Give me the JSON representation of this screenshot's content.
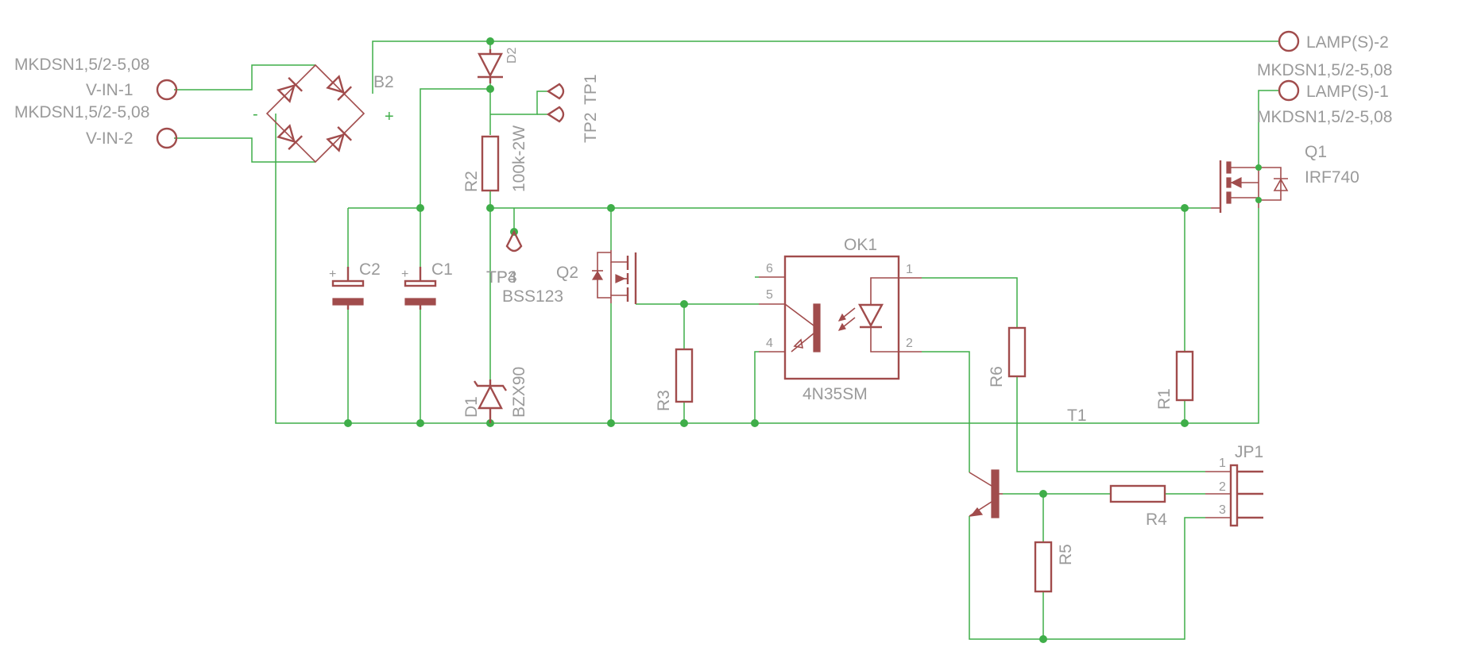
{
  "connectors": {
    "vin1": {
      "name": "V-IN-1",
      "value": "MKDSN1,5/2-5,08"
    },
    "vin2": {
      "name": "V-IN-2",
      "value": "MKDSN1,5/2-5,08"
    },
    "lamp2": {
      "name": "LAMP(S)-2",
      "value": "MKDSN1,5/2-5,08"
    },
    "lamp1": {
      "name": "LAMP(S)-1",
      "value": "MKDSN1,5/2-5,08"
    }
  },
  "bridge": {
    "name": "B2",
    "minus": "-",
    "plus": "+"
  },
  "diode_d2": {
    "name": "D2"
  },
  "testpoints": {
    "tp1": "TP1",
    "tp2": "TP2",
    "tp3": "TP3",
    "tp4": "TP4"
  },
  "resistor_r2": {
    "name": "R2",
    "value": "100k-2W"
  },
  "cap_c2": {
    "name": "C2",
    "plus": "+"
  },
  "cap_c1": {
    "name": "C1",
    "plus": "+"
  },
  "zener_d1": {
    "name": "D1",
    "value": "BZX90"
  },
  "mosfet_q2": {
    "name": "Q2",
    "value": "BSS123"
  },
  "resistor_r3": {
    "name": "R3"
  },
  "optocoupler": {
    "name": "OK1",
    "value": "4N35SM",
    "pins": [
      "6",
      "5",
      "4",
      "1",
      "2"
    ]
  },
  "resistor_r6": {
    "name": "R6"
  },
  "resistor_r1": {
    "name": "R1"
  },
  "mosfet_q1": {
    "name": "Q1",
    "value": "IRF740"
  },
  "transistor_t1": {
    "name": "T1"
  },
  "resistor_r4": {
    "name": "R4"
  },
  "resistor_r5": {
    "name": "R5"
  },
  "header_jp1": {
    "name": "JP1",
    "pins": [
      "1",
      "2",
      "3"
    ]
  },
  "colors": {
    "wire": "#3fae49",
    "part": "#a14c4c",
    "label": "#9a9a9a"
  }
}
